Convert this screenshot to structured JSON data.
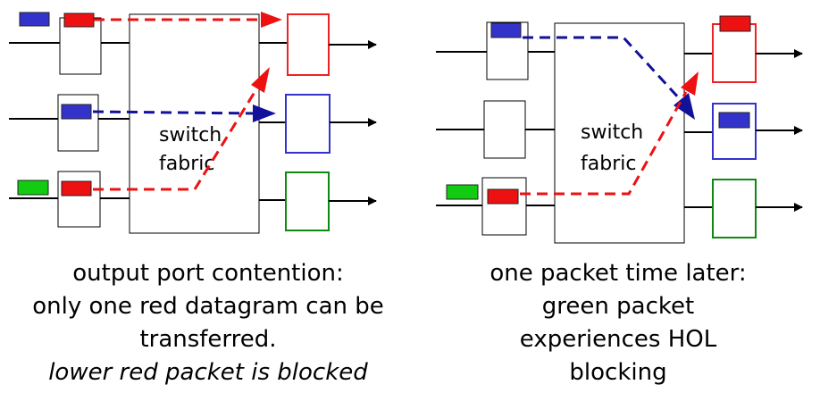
{
  "panels": [
    {
      "fabric_label": [
        "switch",
        "fabric"
      ],
      "caption": {
        "lines": [
          "output port contention:",
          "only one red datagram can be",
          "transferred."
        ],
        "italic_line": "lower red packet is blocked"
      }
    },
    {
      "fabric_label": [
        "switch",
        "fabric"
      ],
      "caption": {
        "lines": [
          "one packet time later:",
          "green packet",
          "experiences HOL",
          "blocking"
        ]
      }
    }
  ],
  "colors": {
    "red": "#ee1111",
    "blue": "#3333cc",
    "green": "#11cc11",
    "dark_blue_arrow": "#111199",
    "port_red_border": "#ee2222",
    "port_blue_border": "#3333cc",
    "port_green_border": "#118811"
  }
}
